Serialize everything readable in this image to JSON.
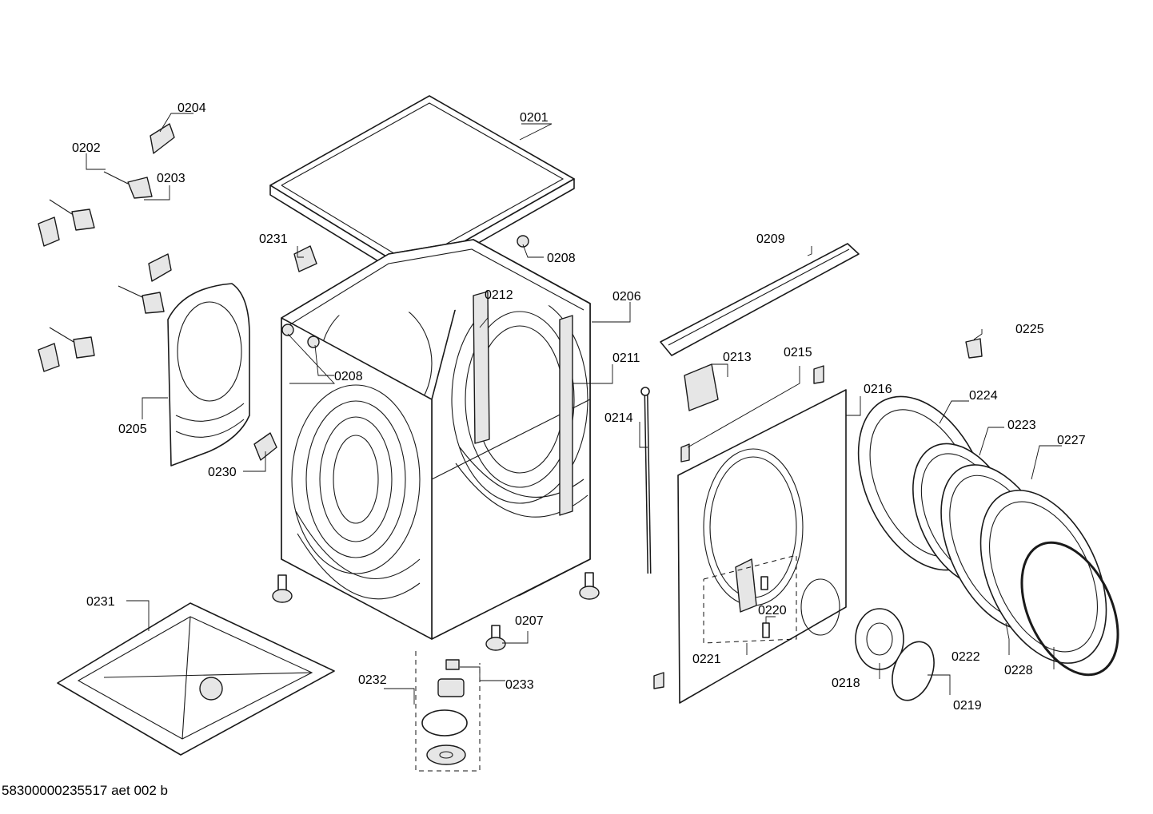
{
  "diagram": {
    "labels": [
      {
        "id": "p0201",
        "text": "0201"
      },
      {
        "id": "p0202",
        "text": "0202"
      },
      {
        "id": "p0203",
        "text": "0203"
      },
      {
        "id": "p0204",
        "text": "0204"
      },
      {
        "id": "p0205",
        "text": "0205"
      },
      {
        "id": "p0206",
        "text": "0206"
      },
      {
        "id": "p0207",
        "text": "0207"
      },
      {
        "id": "p0208a",
        "text": "0208"
      },
      {
        "id": "p0208b",
        "text": "0208"
      },
      {
        "id": "p0209",
        "text": "0209"
      },
      {
        "id": "p0211",
        "text": "0211"
      },
      {
        "id": "p0212",
        "text": "0212"
      },
      {
        "id": "p0213",
        "text": "0213"
      },
      {
        "id": "p0214",
        "text": "0214"
      },
      {
        "id": "p0215",
        "text": "0215"
      },
      {
        "id": "p0216",
        "text": "0216"
      },
      {
        "id": "p0218",
        "text": "0218"
      },
      {
        "id": "p0219",
        "text": "0219"
      },
      {
        "id": "p0220",
        "text": "0220"
      },
      {
        "id": "p0221",
        "text": "0221"
      },
      {
        "id": "p0222",
        "text": "0222"
      },
      {
        "id": "p0223",
        "text": "0223"
      },
      {
        "id": "p0224",
        "text": "0224"
      },
      {
        "id": "p0225",
        "text": "0225"
      },
      {
        "id": "p0227",
        "text": "0227"
      },
      {
        "id": "p0228",
        "text": "0228"
      },
      {
        "id": "p0230",
        "text": "0230"
      },
      {
        "id": "p0231a",
        "text": "0231"
      },
      {
        "id": "p0231b",
        "text": "0231"
      },
      {
        "id": "p0232",
        "text": "0232"
      },
      {
        "id": "p0233",
        "text": "0233"
      }
    ],
    "footer": "58300000235517 aet 002 b"
  }
}
